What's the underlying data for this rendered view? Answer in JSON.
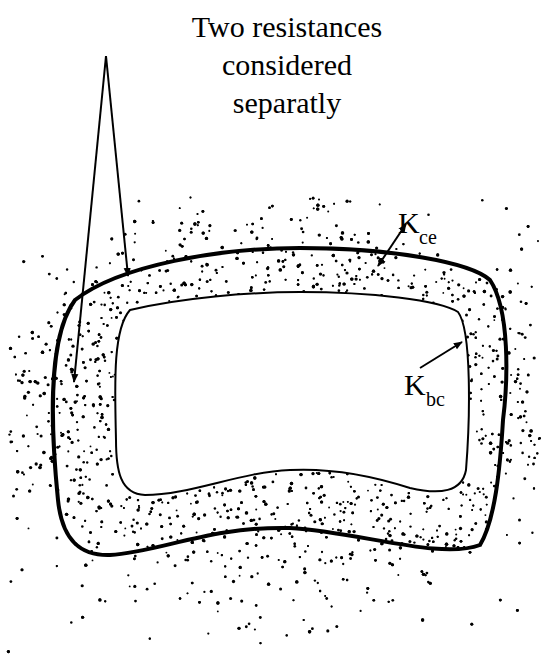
{
  "diagram": {
    "labels": [
      "Two resistances considered separatly",
      "K",
      "ce",
      "K",
      "bc"
    ]
  }
}
